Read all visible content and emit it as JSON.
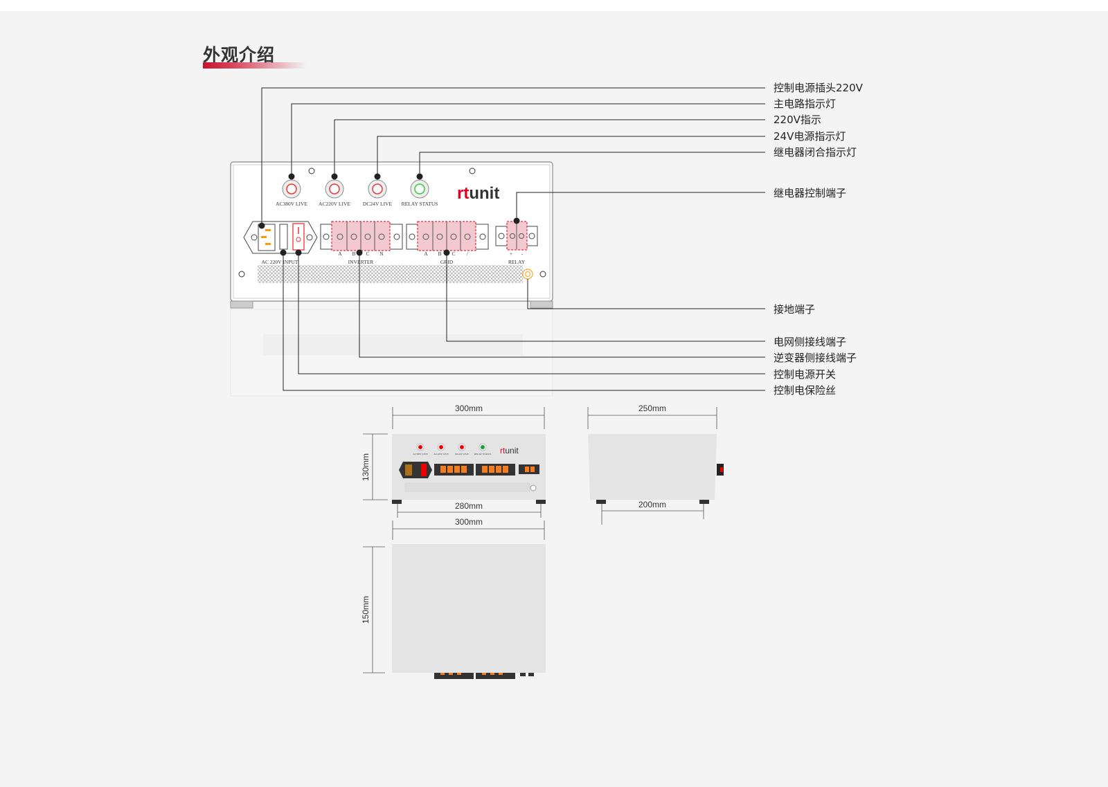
{
  "section_title": "外观介绍",
  "brand": {
    "r": "rt",
    "rest": "unit",
    "accent": "#e0001b"
  },
  "callouts": [
    "控制电源插头220V",
    "主电路指示灯",
    "220V指示",
    "24V电源指示灯",
    "继电器闭合指示灯",
    "继电器控制端子",
    "接地端子",
    "电网侧接线端子",
    "逆变器侧接线端子",
    "控制电源开关",
    "控制电保险丝"
  ],
  "panel_labels": {
    "led1": "AC380V LIVE",
    "led2": "AC220V LIVE",
    "led3": "DC24V LIVE",
    "led4": "RELAY STATUS",
    "input": "AC 220V INPUT",
    "inverter": "INVERTER",
    "grid": "GRID",
    "relay": "RELAY",
    "inverter_terms": [
      "A",
      "B",
      "C",
      "N"
    ],
    "grid_terms": [
      "A",
      "B",
      "C",
      "/"
    ],
    "relay_terms": [
      "+",
      "-"
    ]
  },
  "dimensions": {
    "front_width_top": "300mm",
    "front_height": "130mm",
    "front_feet_span": "280mm",
    "front_width_bottom": "300mm",
    "side_depth_top": "250mm",
    "side_feet_span": "200mm",
    "top_depth": "150mm"
  }
}
